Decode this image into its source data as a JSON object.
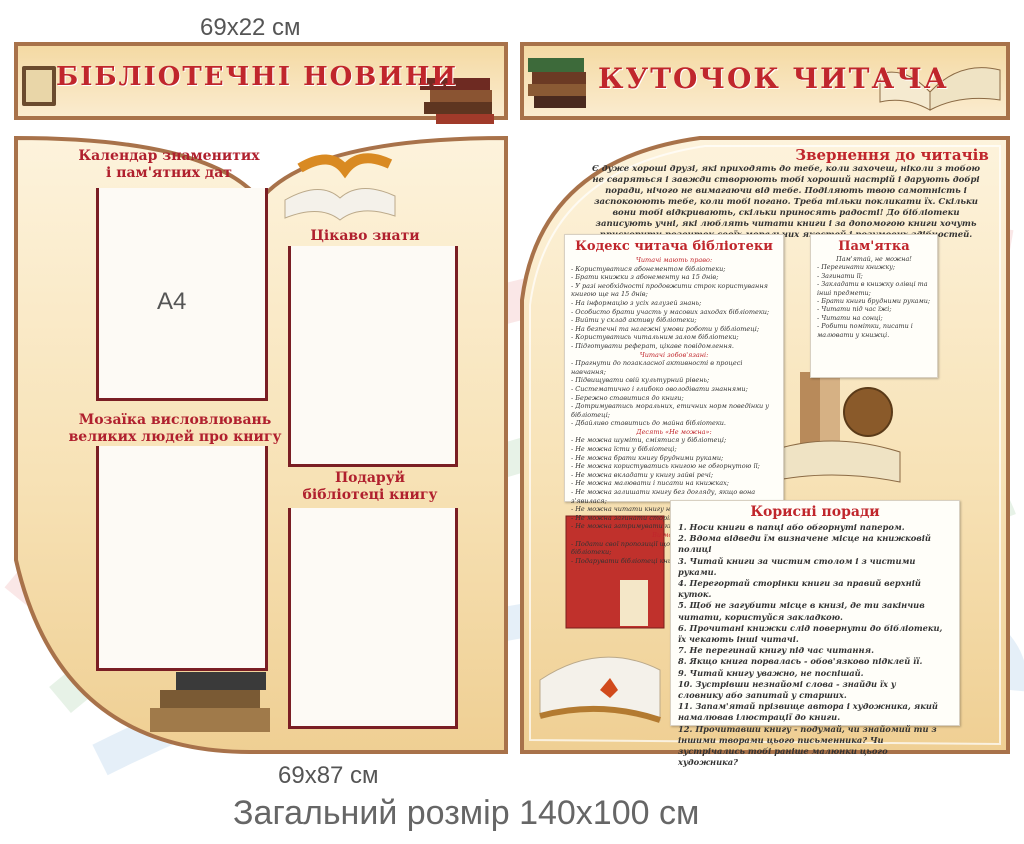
{
  "dimensions": {
    "top": "69x22 см",
    "bottom": "69x87 см",
    "total": "Загальний розмір 140x100 см"
  },
  "left_panel": {
    "title": "БІБЛІОТЕЧНІ НОВИНИ",
    "sections": {
      "calendar": "Календар знаменитих\nі пам'ятних дат",
      "interesting": "Цікаво знати",
      "mosaic": "Мозаїка висловлювань\nвеликих людей про книгу",
      "gift": "Подаруй\nбібліотеці книгу"
    },
    "slot_format": "А4"
  },
  "right_panel": {
    "title": "КУТОЧОК ЧИТАЧА",
    "appeal": {
      "title": "Звернення до читачів",
      "text": "Є дуже хороші друзі, які приходять до тебе, коли захочеш, ніколи з тобою не сваряться і завжди створюють тобі хороший настрій і дарують добрі поради, нічого не вимагаючи від тебе. Поділяють твою самотність і заспокоюють тебе, коли тобі погано. Треба тільки покликати їх. Скільки вони тобі відкривають, скільки приносять радості! До бібліотеки записують учні, які люблять читати книги і за допомогою книги хочуть прискорити розвиток своїх моральних якостей і розумових здібностей."
    },
    "code": {
      "title": "Кодекс читача бібліотеки",
      "rights_title": "Читачі мають право:",
      "rights": [
        "- Користуватися абонементом бібліотеки;",
        "- Брати книжки з абонементу на 15 днів;",
        "- У разі необхідності продовжити строк користування книгою ще на 15 днів;",
        "- На інформацію з усіх галузей знань;",
        "- Особисто брати участь у масових заходах бібліотеки;",
        "- Вийти у склад активу бібліотеки;",
        "- На безпечні та належні умови роботи у бібліотеці;",
        "- Користуватись читальним залом бібліотеки;",
        "- Підготувати реферат, цікаве повідомлення."
      ],
      "duties_title": "Читачі зобов'язані:",
      "duties": [
        "- Прагнути до позакласної активності в процесі навчання;",
        "- Підвищувати свій культурний рівень;",
        "- Систематично і глибоко оволодівати знаннями;",
        "- Бережно ставитися до книги;",
        "- Дотримуватись моральних, етичних норм поведінки у бібліотеці;",
        "- Дбайливо ставитись до майна бібліотеки."
      ],
      "donts_title": "Десять «Не можна»:",
      "donts": [
        "- Не можна шуміти, сміятися у бібліотеці;",
        "- Не можна їсти у бібліотеці;",
        "- Не можна брати книгу брудними руками;",
        "- Не можна користуватись книгою не обгорнутою її;",
        "- Не можна вкладати у книгу зайві речі;",
        "- Не можна малювати і писати на книжках;",
        "- Не можна залишати книгу без догляду, якщо вона з'явилася;",
        "- Не можна читати книгу на сонці;",
        "- Не можна загинати сторінки книги і корінець;",
        "- Не можна затримувати книгу більше 15-ти днів."
      ],
      "must_title": "Ви можете:",
      "must": [
        "- Подати свої пропозиції щодо покращення роботи бібліотеки;",
        "- Подарувати бібліотеці книгу."
      ]
    },
    "memo": {
      "title": "Пам'ятка",
      "subtitle": "Пам'ятай, не можна!",
      "items": [
        "- Перегинати книжку;",
        "- Загинати її;",
        "- Закладати в книжку олівці та інші предмети;",
        "- Брати книги брудними руками;",
        "- Читати під час їжі;",
        "- Читати на сонці;",
        "- Робити помітки, писати і малювати у книжці."
      ]
    },
    "tips": {
      "title": "Корисні поради",
      "items": [
        "1. Носи книги в папці або обгорнуті папером.",
        "2. Вдома відведи їм визначене місце на книжковій полиці",
        "3. Читай книги за чистим столом і з чистими руками.",
        "4. Перегортай сторінки книги за правий верхній куток.",
        "5. Щоб не загубити місце в книзі, де ти закінчив читати, користуйся закладкою.",
        "6. Прочитані книжки слід повернути до бібліотеки, їх чекають інші читачі.",
        "7. Не перегинай книгу під час читання.",
        "8. Якщо книга порвалась - обов'язково підклей її.",
        "9. Читай книгу уважно, не поспішай.",
        "10. Зустрівши незнайомі слова - знайди їх у словнику або запитай у старших.",
        "11. Запам'ятай прізвище автора і художника, який намалював ілюстрації до книги.",
        "12. Прочитавши книгу - подумай, чи знайомий ти з іншими творами цього письменника? Чи зустрічались тобі раніше малюнки цього художника?"
      ]
    }
  },
  "colors": {
    "frame": "#a8724a",
    "panel": "#f6dfae",
    "title": "#c0262c",
    "slot_border": "#7a1e24"
  }
}
